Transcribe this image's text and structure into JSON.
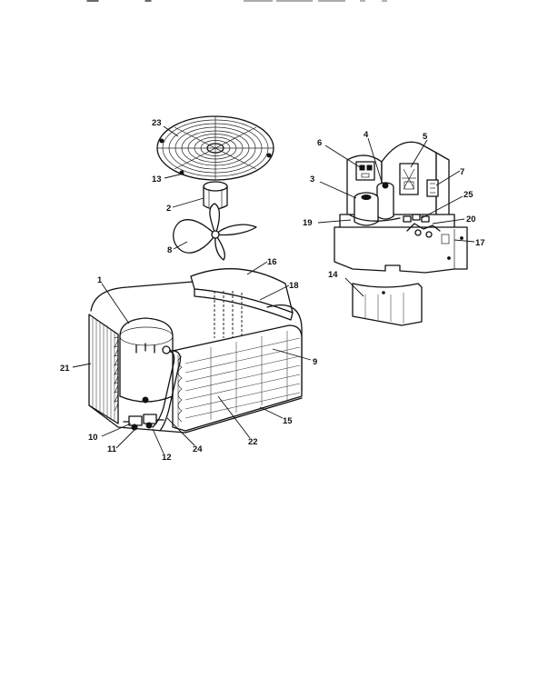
{
  "parts": [
    {
      "id": "p1",
      "label": "1"
    },
    {
      "id": "p2",
      "label": "2"
    },
    {
      "id": "p3",
      "label": "3"
    },
    {
      "id": "p4",
      "label": "4"
    },
    {
      "id": "p5",
      "label": "5"
    },
    {
      "id": "p6",
      "label": "6"
    },
    {
      "id": "p7",
      "label": "7"
    },
    {
      "id": "p8",
      "label": "8"
    },
    {
      "id": "p9",
      "label": "9"
    },
    {
      "id": "p10",
      "label": "10"
    },
    {
      "id": "p11",
      "label": "11"
    },
    {
      "id": "p12",
      "label": "12"
    },
    {
      "id": "p13",
      "label": "13"
    },
    {
      "id": "p14",
      "label": "14"
    },
    {
      "id": "p15",
      "label": "15"
    },
    {
      "id": "p16",
      "label": "16"
    },
    {
      "id": "p17",
      "label": "17"
    },
    {
      "id": "p18",
      "label": "18"
    },
    {
      "id": "p19",
      "label": "19"
    },
    {
      "id": "p20",
      "label": "20"
    },
    {
      "id": "p21",
      "label": "21"
    },
    {
      "id": "p22",
      "label": "22"
    },
    {
      "id": "p23",
      "label": "23"
    },
    {
      "id": "p24",
      "label": "24"
    },
    {
      "id": "p25",
      "label": "25"
    }
  ]
}
